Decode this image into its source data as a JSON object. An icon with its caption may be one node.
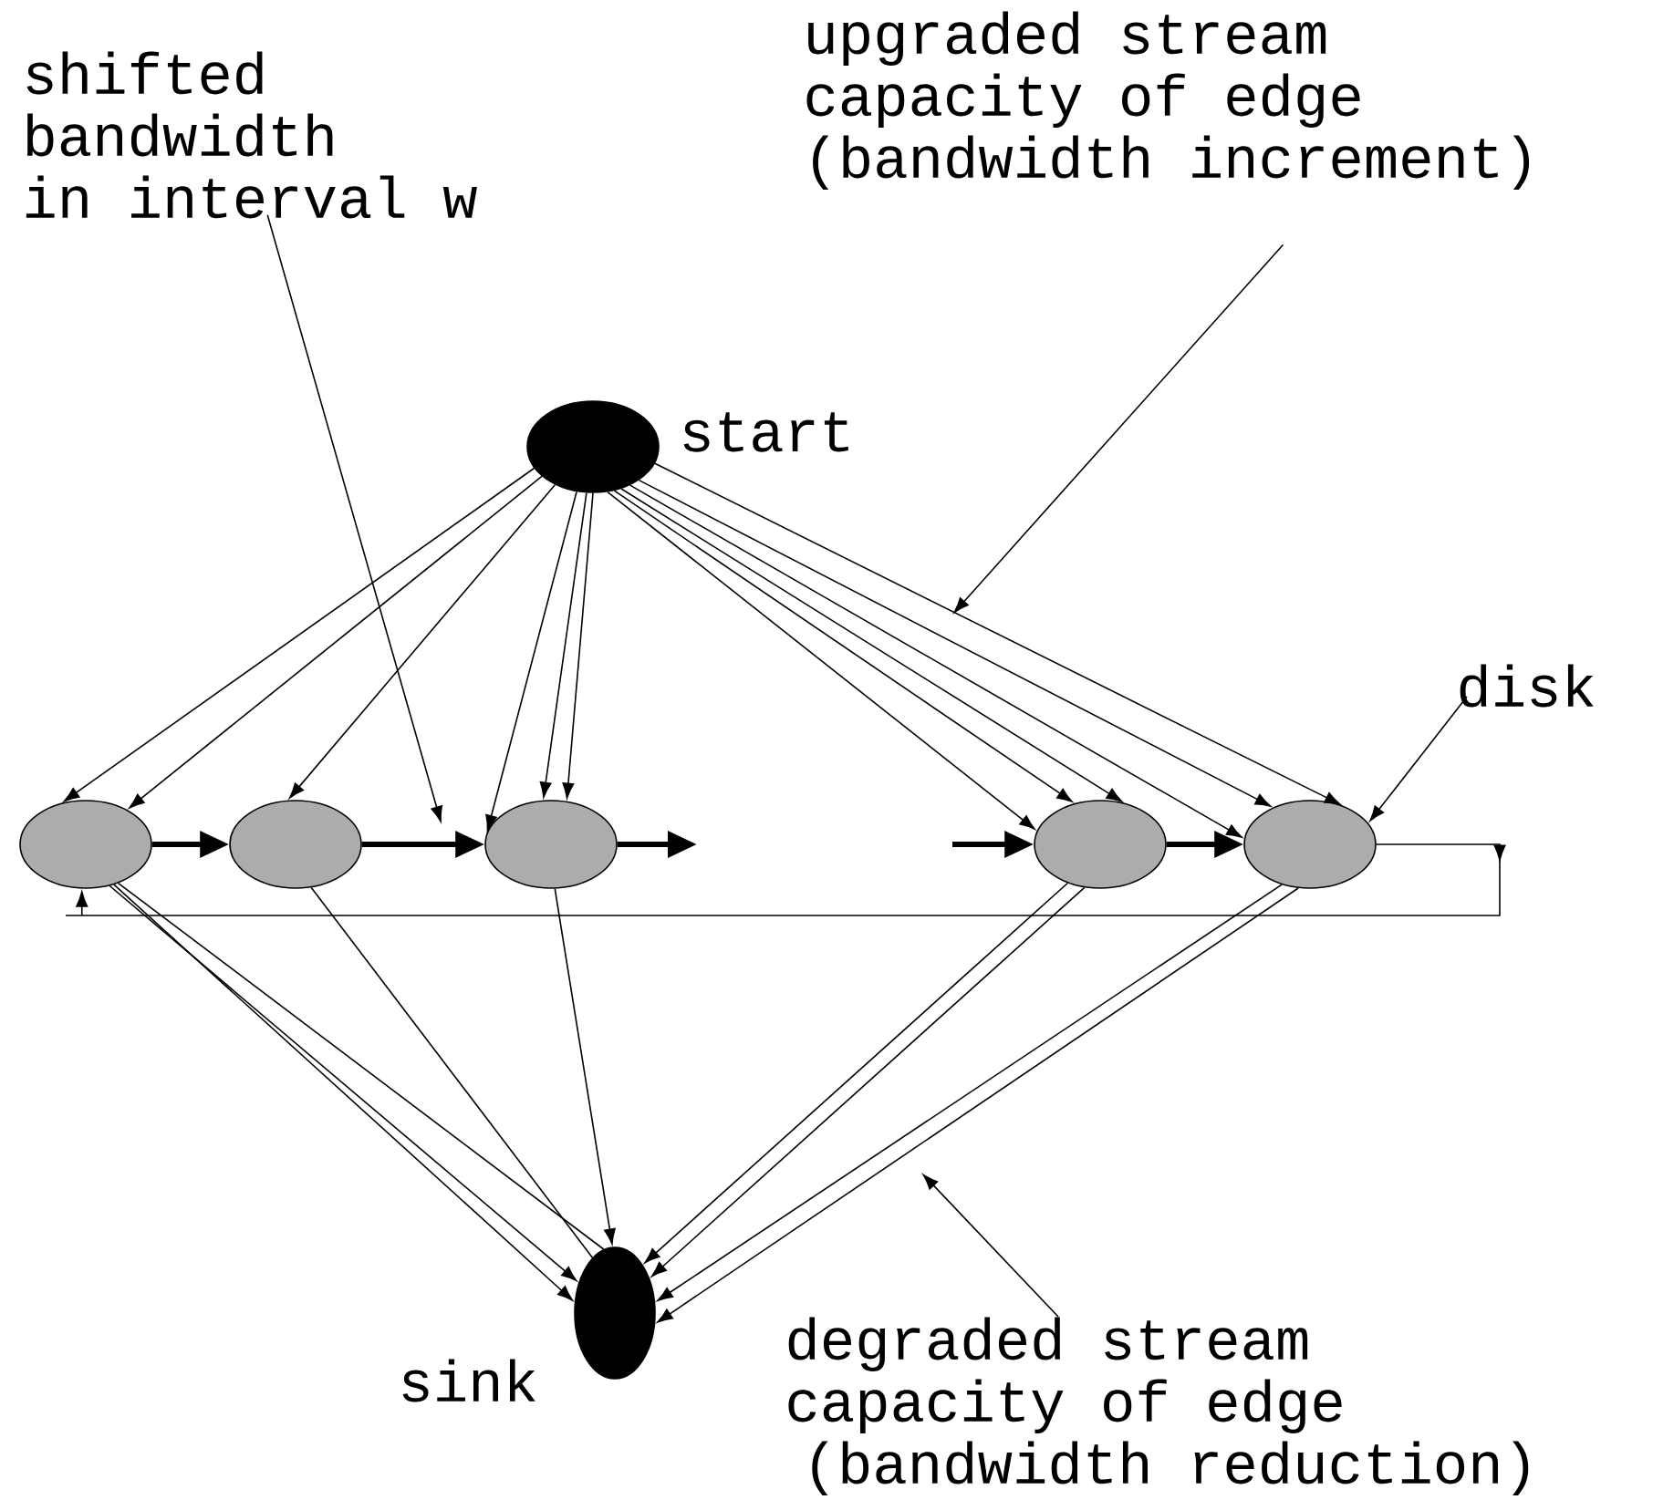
{
  "diagram": {
    "nodes": [
      {
        "text": [],
        "shape": "ellipse",
        "beside": [
          "start"
        ]
      },
      {
        "text": [],
        "shape": "ellipse"
      },
      {
        "text": [],
        "shape": "ellipse"
      },
      {
        "text": [],
        "shape": "ellipse"
      },
      {
        "text": [],
        "shape": "ellipse"
      },
      {
        "text": [],
        "shape": "ellipse"
      },
      {
        "text": [],
        "shape": "ellipse",
        "beside": [
          "sink"
        ]
      },
      {
        "text": [
          "shifted bandwidth in interval w"
        ]
      },
      {
        "text": [
          "upgraded stream capacity of edge (bandwidth increment)"
        ]
      },
      {
        "text": [
          "disk"
        ]
      },
      {
        "text": [
          "degraded stream capacity of edge (bandwidth reduction)"
        ]
      }
    ],
    "edges": [
      {
        "from": 0,
        "to": 1,
        "arrow": "to"
      },
      {
        "from": 0,
        "to": 1,
        "arrow": "to"
      },
      {
        "from": 0,
        "to": 2,
        "arrow": "to"
      },
      {
        "from": 0,
        "to": 3,
        "arrow": "to"
      },
      {
        "from": 0,
        "to": 3,
        "arrow": "to"
      },
      {
        "from": 0,
        "to": 3,
        "arrow": "to"
      },
      {
        "from": 0,
        "to": 4,
        "arrow": "to"
      },
      {
        "from": 0,
        "to": 4,
        "arrow": "to"
      },
      {
        "from": 0,
        "to": 4,
        "arrow": "to"
      },
      {
        "from": 0,
        "to": 5,
        "arrow": "to"
      },
      {
        "from": 0,
        "to": 5,
        "arrow": "to"
      },
      {
        "from": 0,
        "to": 5,
        "arrow": "to"
      },
      {
        "from": 1,
        "to": 2,
        "arrow": "to",
        "style": "thick"
      },
      {
        "from": 2,
        "to": 3,
        "arrow": "to",
        "style": "thick"
      },
      {
        "from": 3,
        "to": null,
        "arrow": "to",
        "style": "thick"
      },
      {
        "from": null,
        "to": 4,
        "arrow": "to",
        "style": "thick"
      },
      {
        "from": 4,
        "to": 5,
        "arrow": "to",
        "style": "thick"
      },
      {
        "from": 5,
        "to": 1,
        "arrow": "to"
      },
      {
        "from": 1,
        "to": 6,
        "arrow": "to"
      },
      {
        "from": 1,
        "to": 6,
        "arrow": "to"
      },
      {
        "from": 1,
        "to": 6,
        "arrow": "none"
      },
      {
        "from": 2,
        "to": 6,
        "arrow": "none"
      },
      {
        "from": 3,
        "to": 6,
        "arrow": "to"
      },
      {
        "from": 4,
        "to": 6,
        "arrow": "to"
      },
      {
        "from": 4,
        "to": 6,
        "arrow": "to"
      },
      {
        "from": 5,
        "to": 6,
        "arrow": "to"
      },
      {
        "from": 5,
        "to": 6,
        "arrow": "to"
      },
      {
        "from": 7,
        "to": null,
        "arrow": "to"
      },
      {
        "from": 8,
        "to": null,
        "arrow": "to"
      },
      {
        "from": 9,
        "to": 5,
        "arrow": "to"
      },
      {
        "from": 10,
        "to": null,
        "arrow": "to"
      }
    ]
  }
}
